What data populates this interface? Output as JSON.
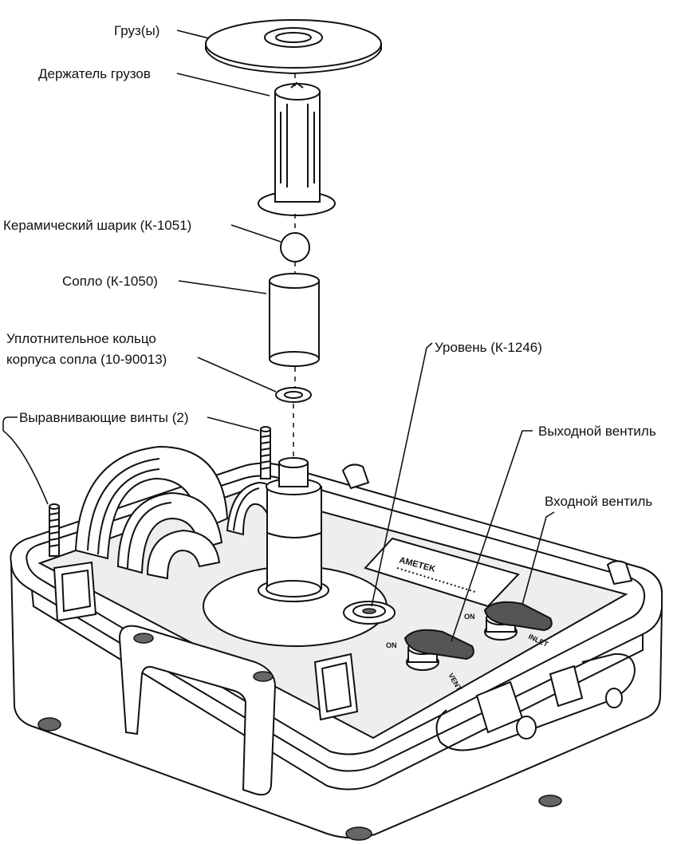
{
  "labels": {
    "weights": "Груз(ы)",
    "weight_holder": "Держатель грузов",
    "ceramic_ball": "Керамический шарик (К-1051)",
    "nozzle": "Сопло (К-1050)",
    "oring_line1": "Уплотнительное кольцо",
    "oring_line2": "корпуса сопла (10-90013)",
    "level": "Уровень (К-1246)",
    "leveling_screws": "Выравнивающие винты (2)",
    "outlet_valve": "Выходной вентиль",
    "inlet_valve": "Входной вентиль"
  },
  "panel_marks": {
    "brand": "AMETEK",
    "on_left": "ON",
    "on_right": "ON",
    "vent": "VENT",
    "inlet": "INLET"
  }
}
